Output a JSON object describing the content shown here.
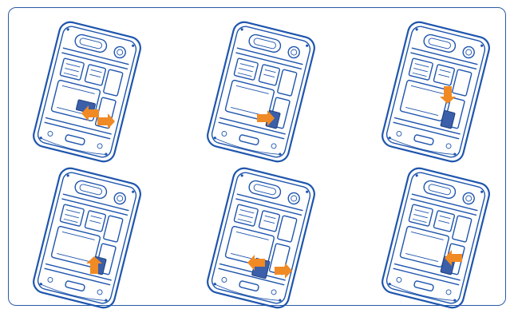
{
  "figure": {
    "accent_color": "#1e55ad",
    "arrow_color": "#f08a24",
    "frame_color": "#2a5ba6",
    "steps": [
      {
        "arrows": [
          "left-pointing-inward",
          "right-pointing-outward"
        ],
        "card_slot": "lower-left"
      },
      {
        "arrows": [
          "right"
        ],
        "card_slot": "lower-right"
      },
      {
        "arrows": [
          "down"
        ],
        "card_slot": "lower-right"
      },
      {
        "arrows": [
          "up"
        ],
        "card_slot": "lower-right"
      },
      {
        "arrows": [
          "left",
          "right"
        ],
        "card_slot": "lower-center"
      },
      {
        "arrows": [
          "left"
        ],
        "card_slot": "lower-right"
      }
    ]
  }
}
